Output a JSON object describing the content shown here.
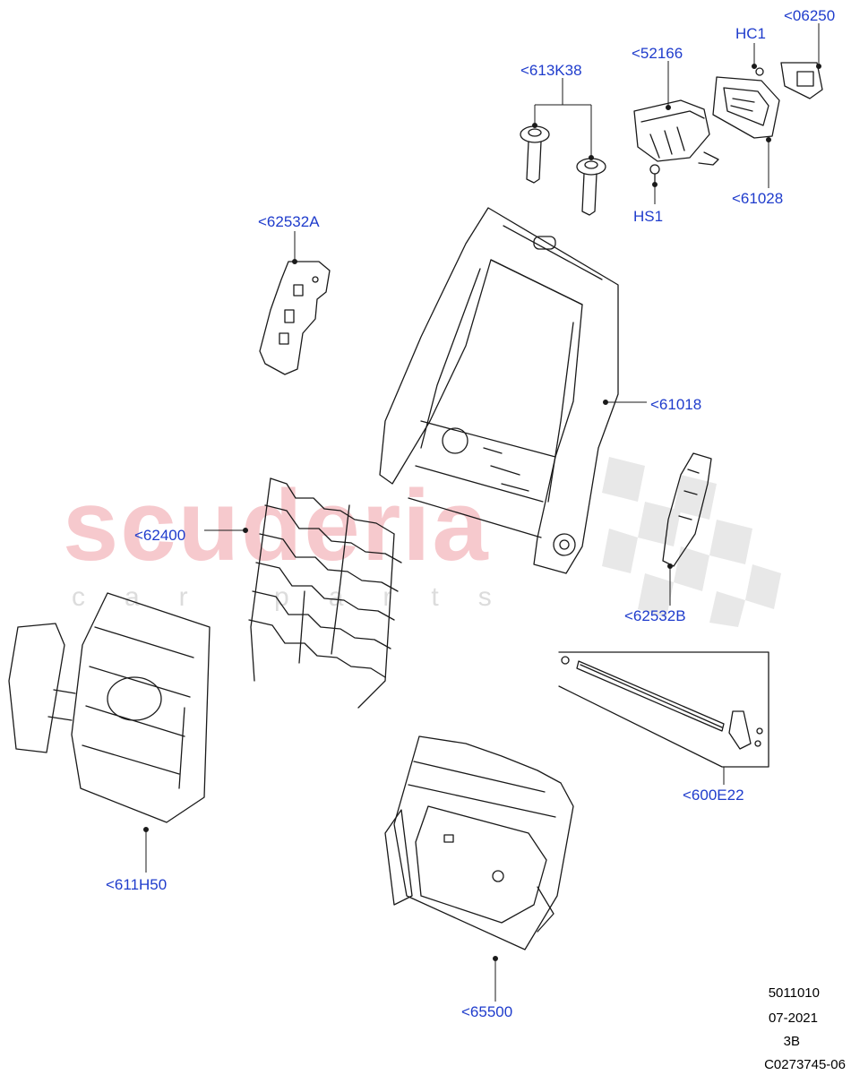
{
  "watermark": {
    "main": "scuderia",
    "sub": "car parts"
  },
  "callouts": [
    {
      "id": "06250",
      "text": "<06250"
    },
    {
      "id": "HC1",
      "text": "HC1"
    },
    {
      "id": "52166",
      "text": "<52166"
    },
    {
      "id": "613K38",
      "text": "<613K38"
    },
    {
      "id": "HS1",
      "text": "HS1"
    },
    {
      "id": "61028",
      "text": "<61028"
    },
    {
      "id": "62532A",
      "text": "<62532A"
    },
    {
      "id": "61018",
      "text": "<61018"
    },
    {
      "id": "62400",
      "text": "<62400"
    },
    {
      "id": "62532B",
      "text": "<62532B"
    },
    {
      "id": "600E22",
      "text": "<600E22"
    },
    {
      "id": "611H50",
      "text": "<611H50"
    },
    {
      "id": "65500",
      "text": "<65500"
    }
  ],
  "footer": {
    "code": "5011010",
    "date": "07-2021",
    "rev": "3B",
    "ref": "C0273745-06"
  },
  "colors": {
    "callout": "#1f3ccc",
    "line": "#000000",
    "watermark_main": "#f6c9cd",
    "watermark_sub": "#dcdcdc"
  }
}
